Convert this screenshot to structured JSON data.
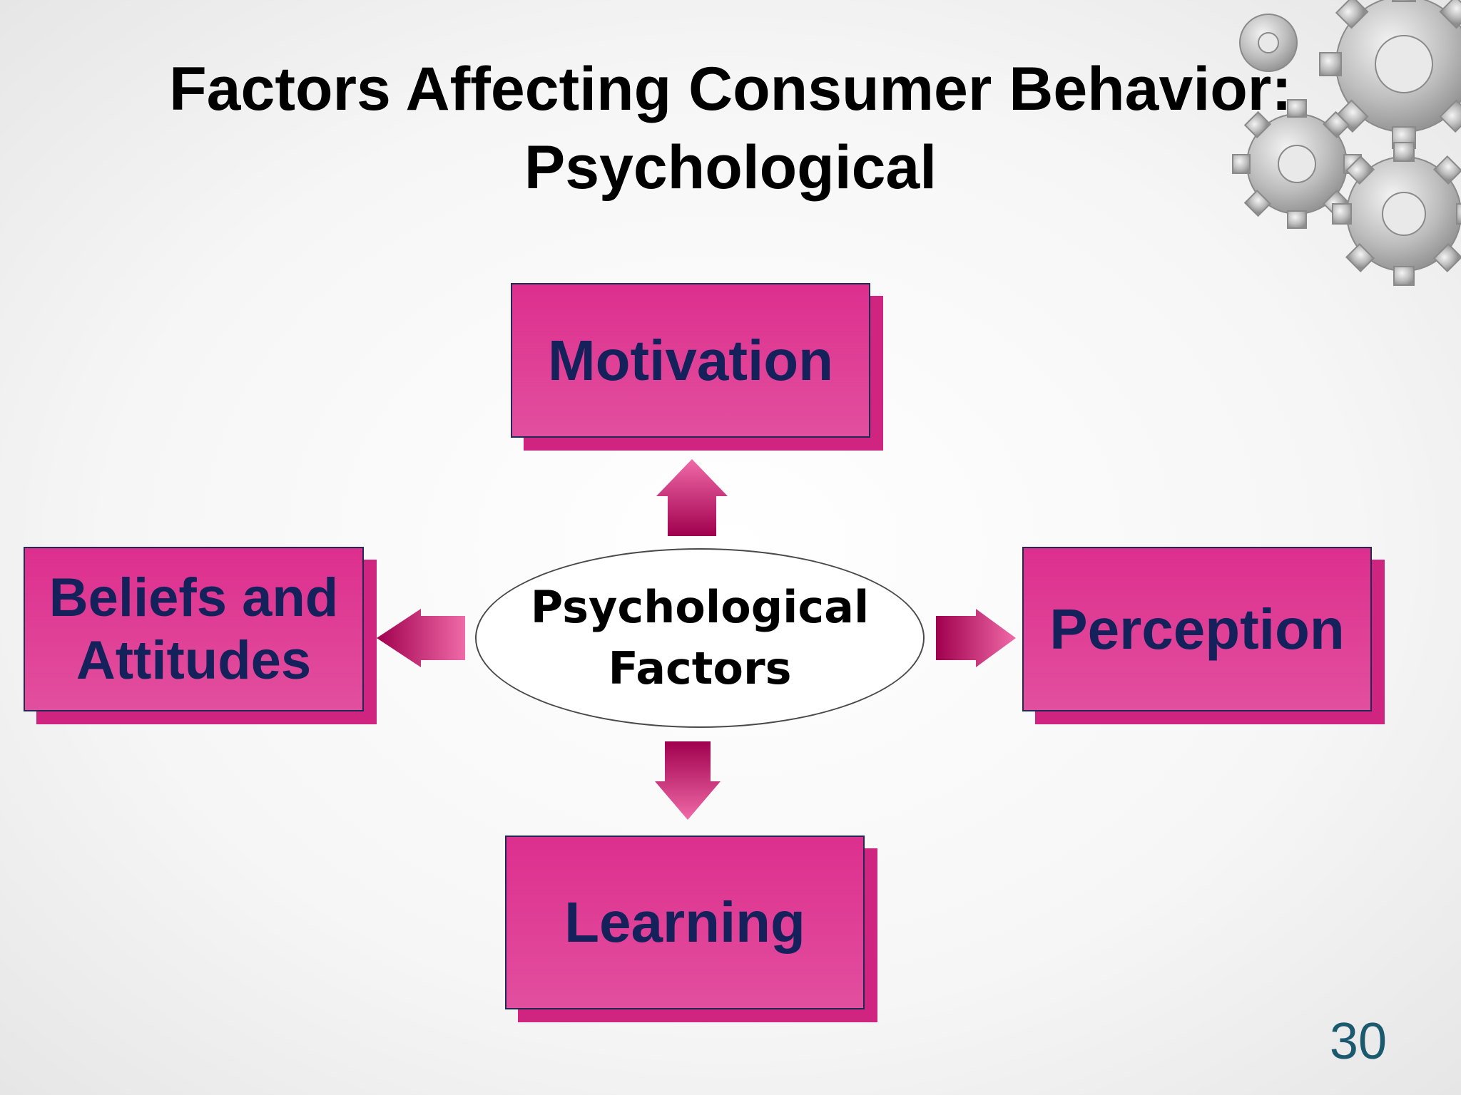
{
  "slide": {
    "title_line1": "Factors Affecting Consumer Behavior:",
    "title_line2": "Psychological",
    "page_number": "30"
  },
  "diagram": {
    "center": "Psychological\nFactors",
    "top": "Motivation",
    "left": "Beliefs and\nAttitudes",
    "right": "Perception",
    "bottom": "Learning"
  },
  "colors": {
    "box_fill": "#dd2f8e",
    "box_text": "#14215a",
    "arrow": "#a0004e",
    "page_number": "#1b5a6e"
  },
  "icons": [
    "gears-decoration-icon",
    "arrow-up-icon",
    "arrow-left-icon",
    "arrow-right-icon",
    "arrow-down-icon"
  ]
}
